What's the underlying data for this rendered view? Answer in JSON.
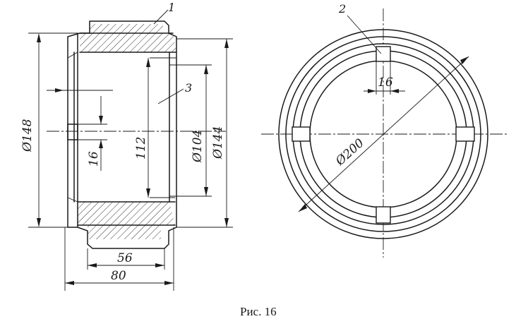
{
  "caption": "Рис. 16",
  "callouts": {
    "one": "1",
    "two": "2",
    "three": "3"
  },
  "dimensions": {
    "d148": "Ø148",
    "d104": "Ø104",
    "d144": "Ø144",
    "h112": "112",
    "slot_left": "16",
    "slot_right": "16",
    "w56": "56",
    "w80": "80",
    "d200": "Ø200"
  }
}
